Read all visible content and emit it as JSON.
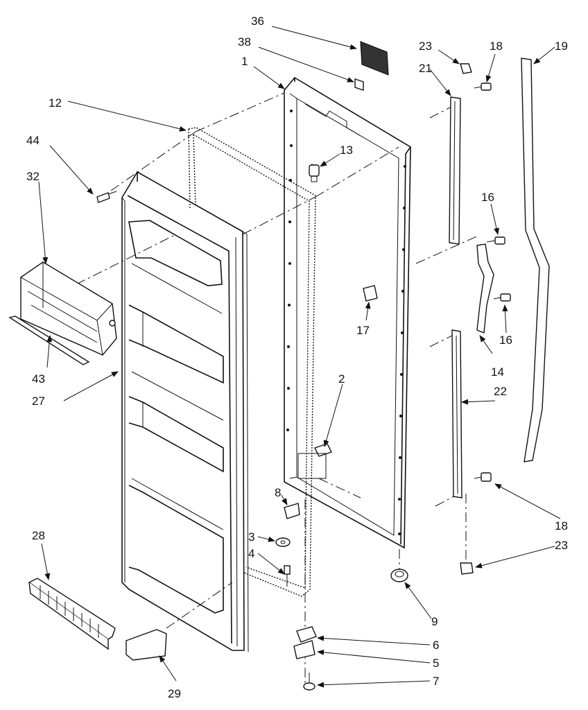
{
  "labels": {
    "l36": "36",
    "l38": "38",
    "l1": "1",
    "l12": "12",
    "l44": "44",
    "l32": "32",
    "l13": "13",
    "l23a": "23",
    "l18a": "18",
    "l19": "19",
    "l21": "21",
    "l16a": "16",
    "l16b": "16",
    "l17": "17",
    "l14": "14",
    "l22": "22",
    "l2": "2",
    "l43": "43",
    "l27": "27",
    "l8": "8",
    "l3": "3",
    "l4": "4",
    "l18b": "18",
    "l23b": "23",
    "l28": "28",
    "l9": "9",
    "l6": "6",
    "l5": "5",
    "l7": "7",
    "l29": "29"
  }
}
